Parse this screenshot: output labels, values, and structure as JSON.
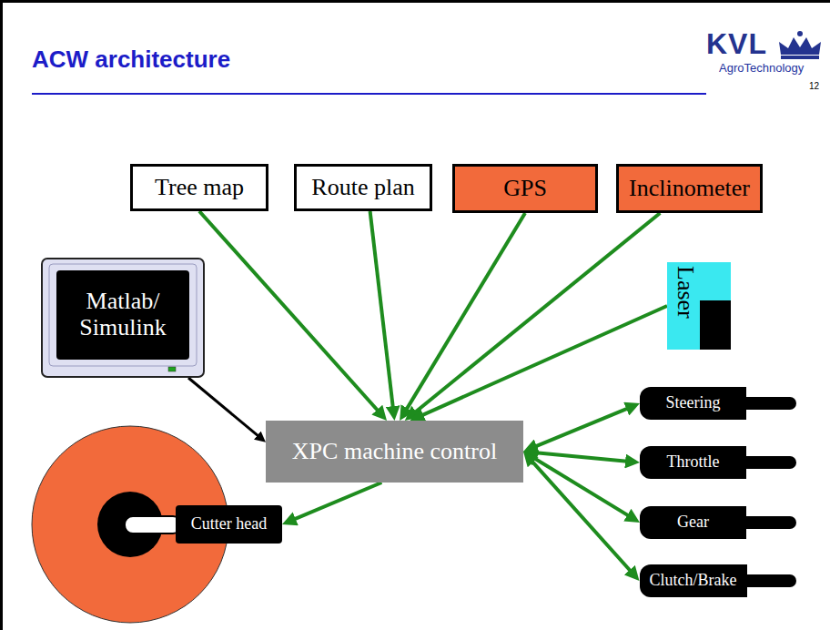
{
  "diagram": {
    "title": "ACW architecture",
    "nodes": [
      {
        "text": [
          "Tree map"
        ]
      },
      {
        "text": [
          "Route plan"
        ]
      },
      {
        "text": [
          "GPS"
        ]
      },
      {
        "text": [
          "Inclinometer"
        ]
      },
      {
        "text": [
          "Laser"
        ]
      },
      {
        "text": [
          "Matlab/ Simulink"
        ]
      },
      {
        "text": [
          "XPC machine control"
        ]
      },
      {
        "text": [
          "Cutter head"
        ]
      },
      {
        "text": [
          "Steering"
        ]
      },
      {
        "text": [
          "Throttle"
        ]
      },
      {
        "text": [
          "Gear"
        ]
      },
      {
        "text": [
          "Clutch/Brake"
        ]
      }
    ],
    "edges": [
      {
        "from": 0,
        "to": 6,
        "arrow": "to"
      },
      {
        "from": 1,
        "to": 6,
        "arrow": "to"
      },
      {
        "from": 2,
        "to": 6,
        "arrow": "to"
      },
      {
        "from": 3,
        "to": 6,
        "arrow": "to"
      },
      {
        "from": 4,
        "to": 6,
        "arrow": "to"
      },
      {
        "from": 5,
        "to": 6,
        "arrow": "to"
      },
      {
        "from": 6,
        "to": 7,
        "arrow": "to"
      },
      {
        "from": 6,
        "to": 8,
        "arrow": "both"
      },
      {
        "from": 6,
        "to": 9,
        "arrow": "both"
      },
      {
        "from": 6,
        "to": 10,
        "arrow": "both"
      },
      {
        "from": 6,
        "to": 11,
        "arrow": "both"
      }
    ],
    "labels": [
      "KVL",
      "AgroTechnology",
      "12"
    ]
  }
}
